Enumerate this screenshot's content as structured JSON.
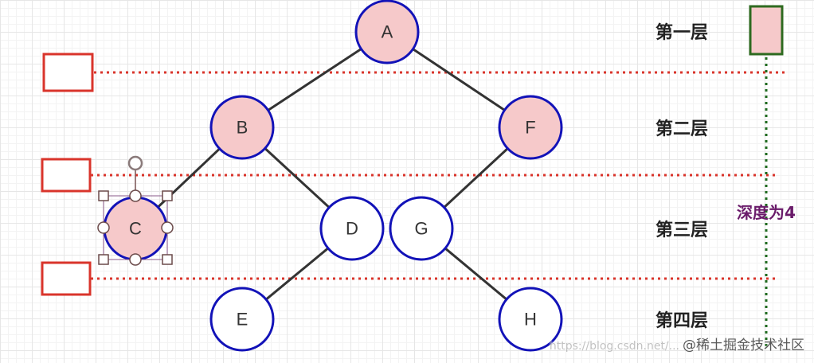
{
  "nodes": {
    "A": {
      "label": "A",
      "filled": true
    },
    "B": {
      "label": "B",
      "filled": true
    },
    "F": {
      "label": "F",
      "filled": true
    },
    "C": {
      "label": "C",
      "filled": true
    },
    "D": {
      "label": "D",
      "filled": false
    },
    "G": {
      "label": "G",
      "filled": false
    },
    "E": {
      "label": "E",
      "filled": false
    },
    "H": {
      "label": "H",
      "filled": false
    }
  },
  "edges": [
    [
      "A",
      "B"
    ],
    [
      "A",
      "F"
    ],
    [
      "B",
      "C"
    ],
    [
      "B",
      "D"
    ],
    [
      "F",
      "G"
    ],
    [
      "D",
      "E"
    ],
    [
      "G",
      "H"
    ]
  ],
  "levels": [
    "第一层",
    "第二层",
    "第三层",
    "第四层"
  ],
  "depth_label": "深度为4",
  "watermark": {
    "faint": "https://blog.csdn.net/...",
    "text": "@稀土掘金技术社区"
  },
  "colors": {
    "node_fill": "#f6c9ca",
    "node_stroke": "#1212b8",
    "edge": "#333333",
    "separator": "#d9342b",
    "depth_line": "#1f6b1f",
    "depth_box_fill": "#f6c9ca",
    "depth_box_stroke": "#2d6a1f"
  }
}
